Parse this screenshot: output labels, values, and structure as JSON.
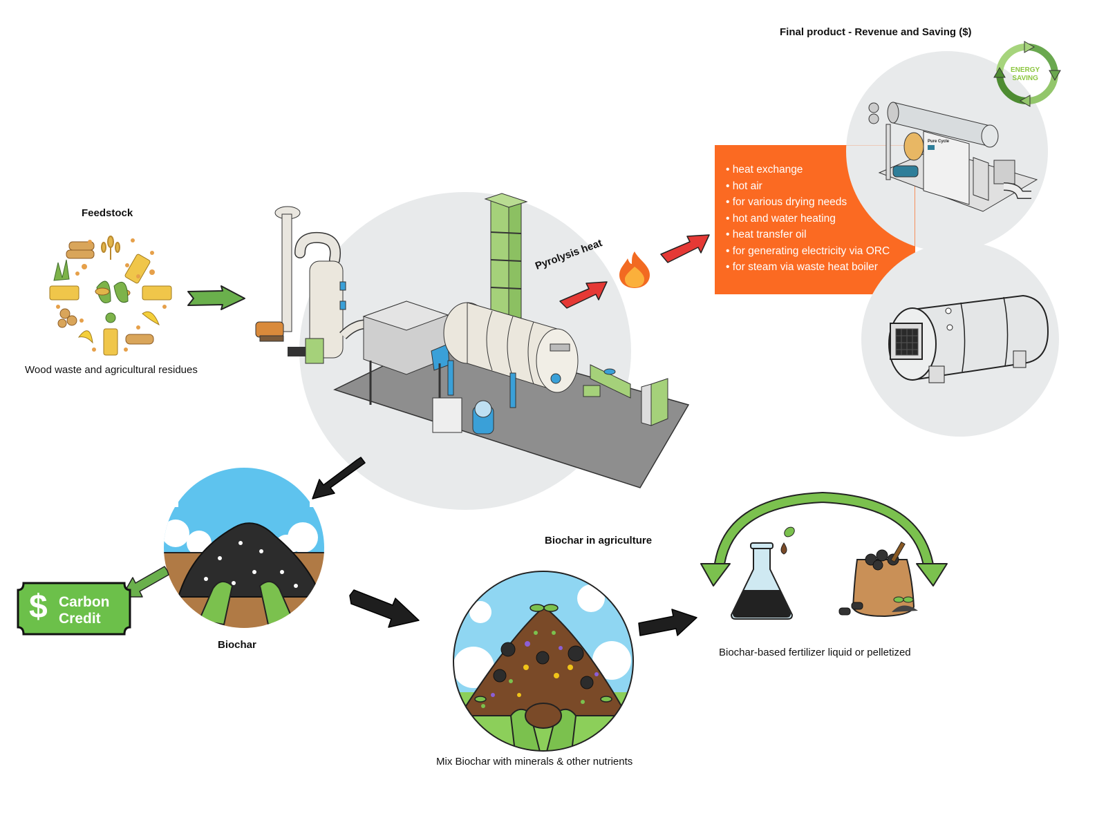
{
  "diagram": {
    "title": "Final product - Revenue and Saving ($)",
    "feedstock": {
      "title": "Feedstock",
      "caption": "Wood waste and agricultural residues",
      "icon": "feedstock-biomass-wreath"
    },
    "pyrolysis_plant": {
      "icon": "pyrolysis-plant-illustration",
      "heat_label": "Pyrolysis heat",
      "heat_icon": "flame-icon"
    },
    "heat_uses": {
      "items": [
        "heat exchange",
        "hot air",
        "for various drying needs",
        "hot and water heating",
        "heat transfer oil",
        "for generating electricity via ORC",
        "for steam via waste heat boiler"
      ],
      "color": "#fb6a22"
    },
    "orc_unit": {
      "icon": "orc-generator-unit",
      "badge": {
        "line1": "ENERGY",
        "line2": "SAVING"
      },
      "panel_label": "Pure Cycle"
    },
    "boiler": {
      "icon": "waste-heat-boiler"
    },
    "biochar": {
      "title": "Biochar",
      "icon": "biochar-pile-with-gloves"
    },
    "carbon_credit": {
      "symbol": "$",
      "line1": "Carbon",
      "line2": "Credit",
      "color": "#6cc04a"
    },
    "agriculture": {
      "title": "Biochar in agriculture",
      "caption": "Mix Biochar with minerals & other nutrients",
      "icon": "soil-mound-with-seedlings"
    },
    "fertilizer": {
      "caption": "Biochar-based fertilizer liquid or pelletized",
      "icons": [
        "flask-liquid-fertilizer",
        "sack-of-pellets"
      ]
    },
    "colors": {
      "arrow_green": "#6ab04c",
      "arrow_red": "#e53935",
      "arrow_black": "#1e1e1e",
      "circle_bg": "#e8eaeb",
      "sky": "#5ec3ee",
      "soil": "#b07a45"
    }
  }
}
